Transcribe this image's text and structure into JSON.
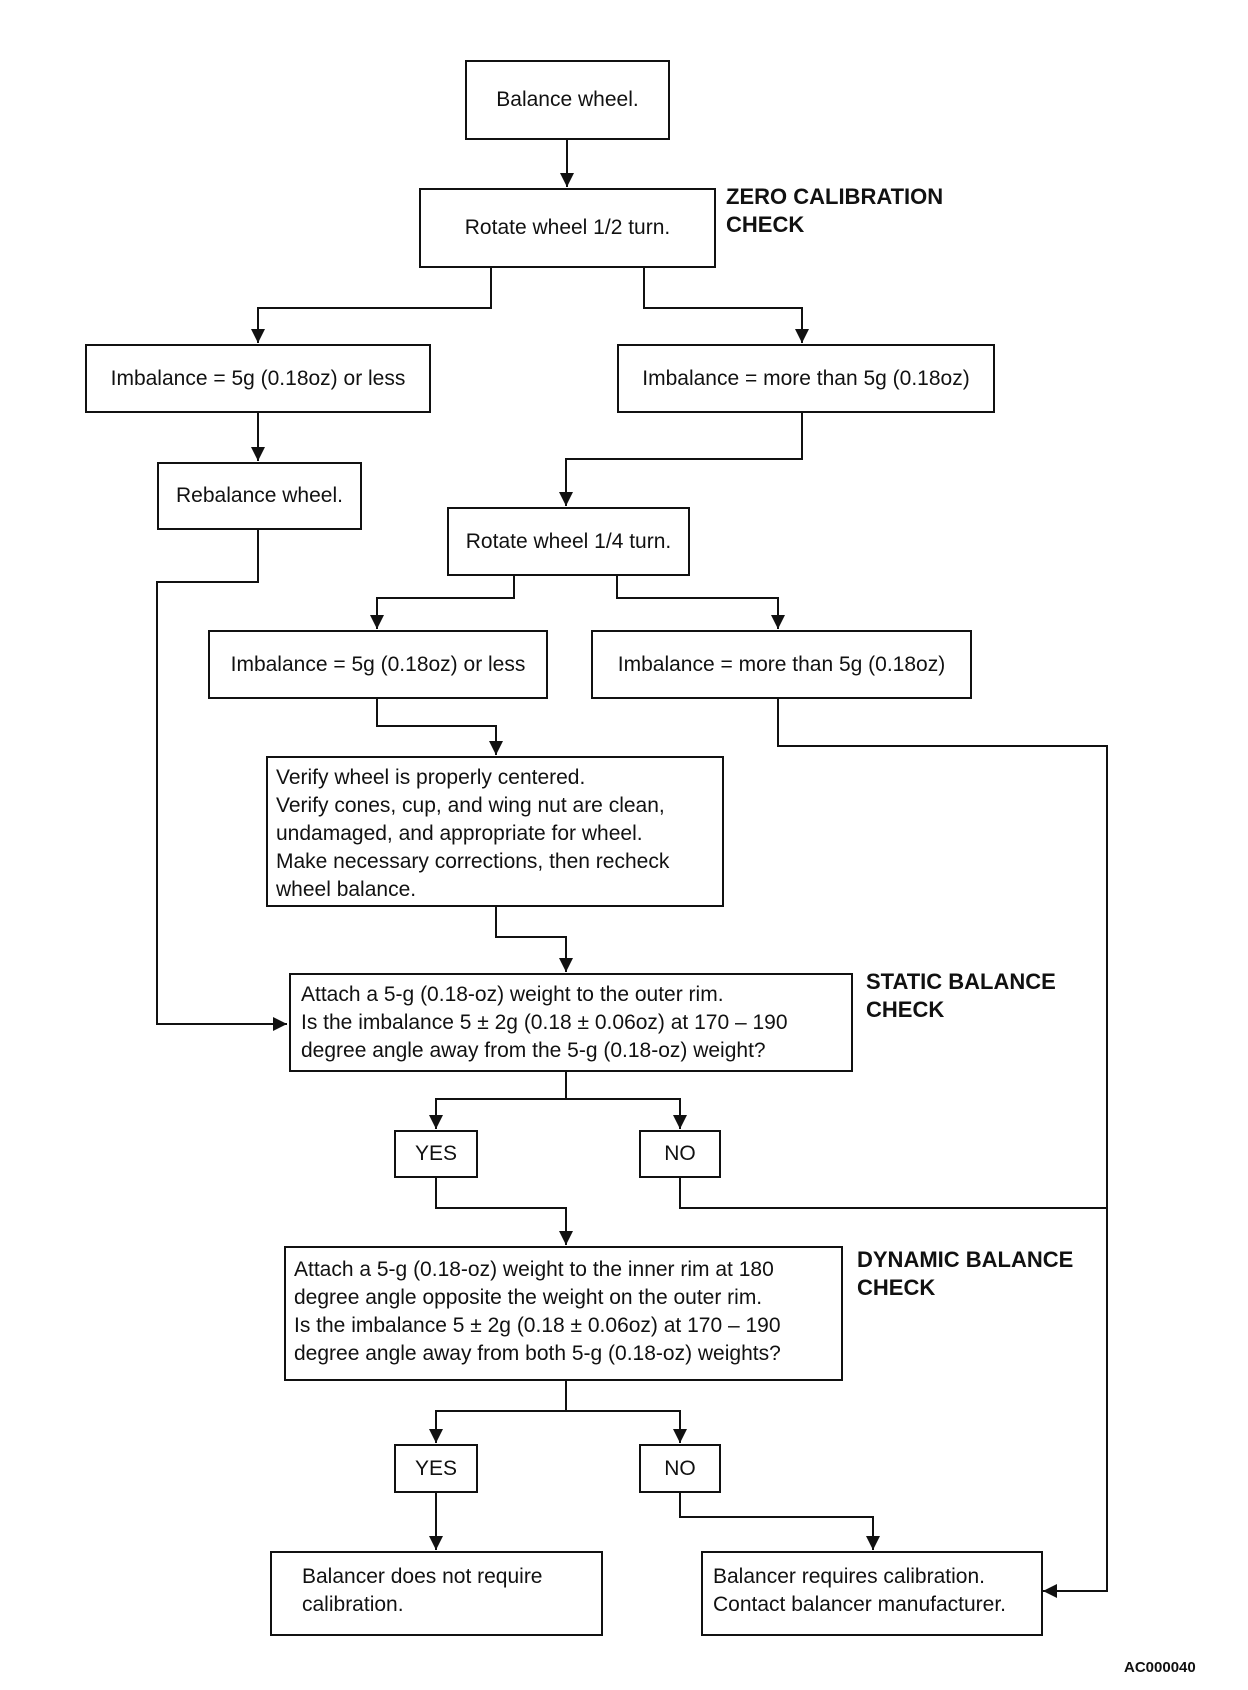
{
  "nodes": {
    "balance": "Balance wheel.",
    "rotate_half": "Rotate wheel 1/2 turn.",
    "imb_less_1": "Imbalance = 5g (0.18oz) or less",
    "imb_more_1": "Imbalance = more than 5g (0.18oz)",
    "rebalance": "Rebalance wheel.",
    "rotate_quarter": "Rotate wheel 1/4 turn.",
    "imb_less_2": "Imbalance = 5g (0.18oz) or less",
    "imb_more_2": "Imbalance = more than 5g (0.18oz)",
    "verify": [
      "Verify wheel is properly centered.",
      "Verify cones, cup, and wing nut are clean,",
      "undamaged, and appropriate for wheel.",
      "Make necessary corrections, then recheck",
      "wheel balance."
    ],
    "static": [
      "Attach a 5-g (0.18-oz) weight to the outer rim.",
      "Is the imbalance 5 ± 2g (0.18 ± 0.06oz) at 170 – 190",
      "degree angle away from the 5-g (0.18-oz) weight?"
    ],
    "yes_1": "YES",
    "no_1": "NO",
    "dynamic": [
      "Attach a 5-g (0.18-oz) weight to the inner rim at 180",
      "degree angle opposite the weight on the outer rim.",
      "Is the imbalance 5 ± 2g (0.18 ± 0.06oz) at 170 – 190",
      "degree angle away from both 5-g (0.18-oz) weights?"
    ],
    "yes_2": "YES",
    "no_2": "NO",
    "no_calibration": [
      "Balancer does not require",
      "calibration."
    ],
    "calibration": [
      "Balancer requires calibration.",
      "Contact balancer manufacturer."
    ]
  },
  "labels": {
    "zero_check": [
      "ZERO CALIBRATION",
      "CHECK"
    ],
    "static_check": [
      "STATIC BALANCE",
      "CHECK"
    ],
    "dynamic_check": [
      "DYNAMIC BALANCE",
      "CHECK"
    ]
  },
  "figure_code": "AC000040"
}
